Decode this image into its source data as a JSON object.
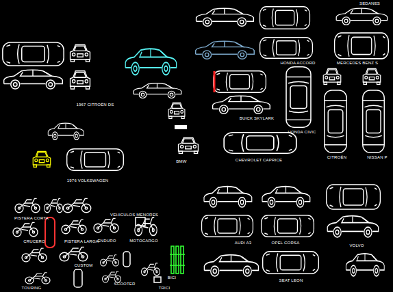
{
  "diagram": {
    "labels": [
      "SEDANES",
      "1967 CITROËN DS",
      "HONDA ACCORD",
      "MERCEDES BENZ S",
      "BUICK SKYLARK",
      "HONDA CIVIC",
      "CHEVROLET CAPRICE",
      "CITROËN",
      "NISSAN P",
      "BMW",
      "1976 VOLKSWAGEN",
      "VEHICULOS MENORES",
      "PISTERA CORTA",
      "CRUCERO",
      "PISTERA LARGA",
      "ENDURO",
      "MOTOCARGO",
      "CUSTOM",
      "TOURING",
      "SCOOTER",
      "BICI",
      "TRICI",
      "AUDI A3",
      "OPEL CORSA",
      "VOLVO",
      "SEAT LEON"
    ]
  }
}
